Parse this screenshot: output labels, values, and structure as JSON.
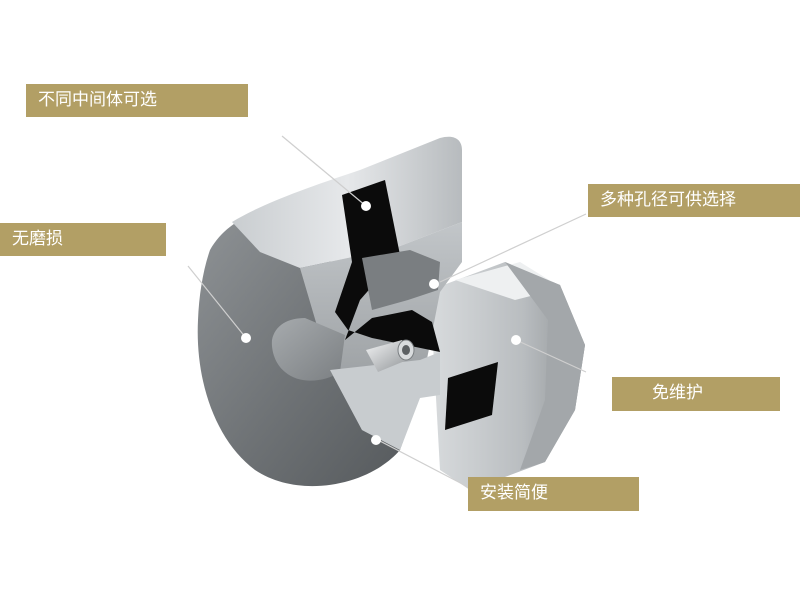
{
  "callouts": {
    "interchangeable_spacer": "不同中间体可选",
    "wear_free": "无磨损",
    "bore_options": "多种孔径可供选择",
    "maintenance_free": "免维护",
    "easy_install": "安装简便"
  },
  "colors": {
    "callout_background": "#b29f65",
    "callout_text": "#ffffff",
    "leader_line": "#cfcfcf",
    "leader_dot": "#ffffff",
    "metal_light": "#d5d8da",
    "metal_mid": "#9ea2a5",
    "metal_dark": "#5f6366",
    "elastomer": "#0b0b0b"
  },
  "icons": {
    "product": "jaw-coupling-cutaway"
  }
}
